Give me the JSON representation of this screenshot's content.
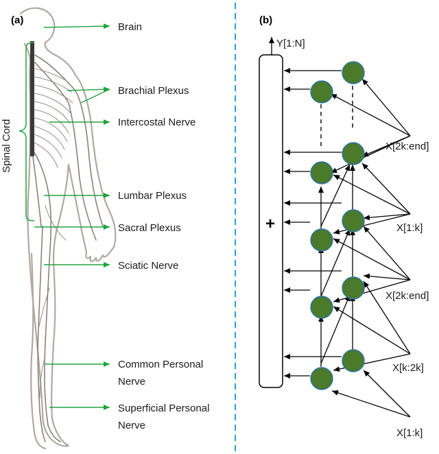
{
  "panel_a": {
    "tag": "(a)",
    "brace_label": "Spinal Cord",
    "labels": {
      "brain": "Brain",
      "brachial": "Brachial Plexus",
      "intercostal": "Intercostal Nerve",
      "lumbar": "Lumbar Plexus",
      "sacral": "Sacral Plexus",
      "sciatic": "Sciatic Nerve",
      "common_1": "Common Personal",
      "common_2": "Nerve",
      "superficial_1": "Superficial Personal",
      "superficial_2": "Nerve"
    }
  },
  "panel_b": {
    "tag": "(b)",
    "output": "Y[1:N]",
    "sum": "+",
    "inputs": {
      "top": "X[2k:end]",
      "second": "X[1:k]",
      "third": "X[2k:end]",
      "fourth": "X[k:2k]",
      "bottom": "X[1:k]"
    }
  },
  "colors": {
    "pointer_green": "#1fa33c",
    "divider_blue": "#2a9fd8",
    "node_fill": "#4a7a2a",
    "node_stroke": "#2a73b8",
    "body_outline": "#b0a89f"
  }
}
